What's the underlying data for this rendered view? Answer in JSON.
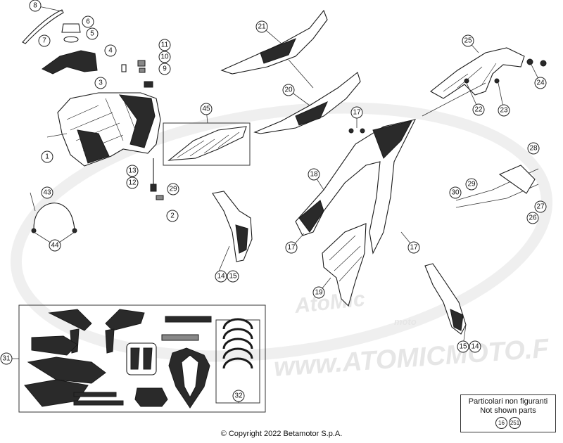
{
  "watermark": {
    "url_text": "www.ATOMICMOTO.F",
    "logo_text": "AtoMic",
    "logo_sub": "moto"
  },
  "callouts": [
    "1",
    "2",
    "3",
    "4",
    "5",
    "6",
    "7",
    "8",
    "9",
    "10",
    "11",
    "12",
    "13",
    "14",
    "15",
    "16",
    "17",
    "18",
    "19",
    "20",
    "21",
    "22",
    "23",
    "24",
    "25",
    "26",
    "27",
    "28",
    "29",
    "30",
    "31",
    "32",
    "43",
    "44",
    "45",
    "251"
  ],
  "footnote": {
    "line1": "Particolari non figuranti",
    "line2": "Not shown parts",
    "refs": [
      "16",
      "251"
    ]
  },
  "copyright": "© Copyright 2022 Betamotor S.p.A.",
  "colors": {
    "line": "#1a1a1a",
    "watermark": "#e6e6e6",
    "background": "#ffffff"
  }
}
